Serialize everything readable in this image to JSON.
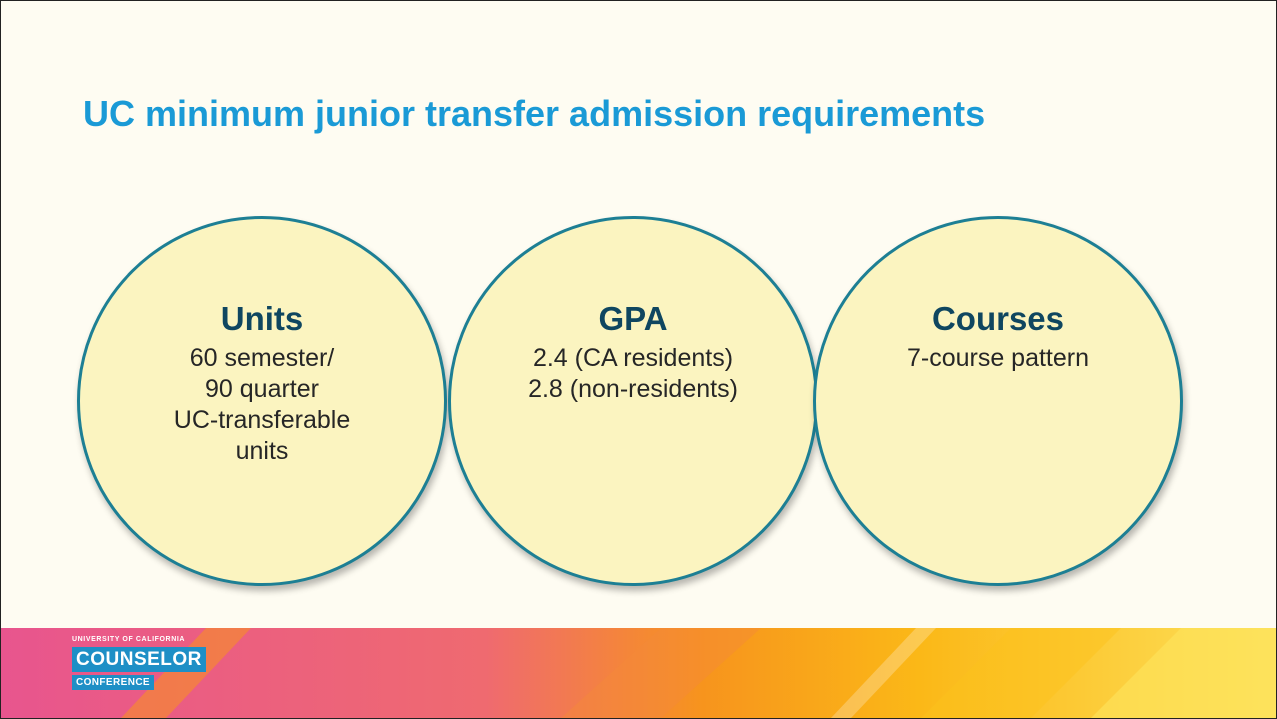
{
  "slide": {
    "title": "UC minimum junior transfer admission requirements"
  },
  "requirements": [
    {
      "heading": "Units",
      "lines": [
        "60 semester/",
        "90 quarter",
        "UC-transferable",
        "units"
      ]
    },
    {
      "heading": "GPA",
      "lines": [
        "2.4 (CA residents)",
        "2.8 (non-residents)"
      ]
    },
    {
      "heading": "Courses",
      "lines": [
        "7-course pattern"
      ]
    }
  ],
  "branding": {
    "university": "UNIVERSITY OF CALIFORNIA",
    "name": "COUNSELOR",
    "subtitle": "CONFERENCE"
  },
  "colors": {
    "title": "#1a9ad6",
    "circle_fill": "#fbf4c0",
    "circle_border": "#1d7f94",
    "heading": "#0f4660",
    "footer_pink": "#e8558e",
    "footer_orange": "#f7941d",
    "footer_yellow": "#fdd22b",
    "logo_blue": "#1e8fc6"
  }
}
